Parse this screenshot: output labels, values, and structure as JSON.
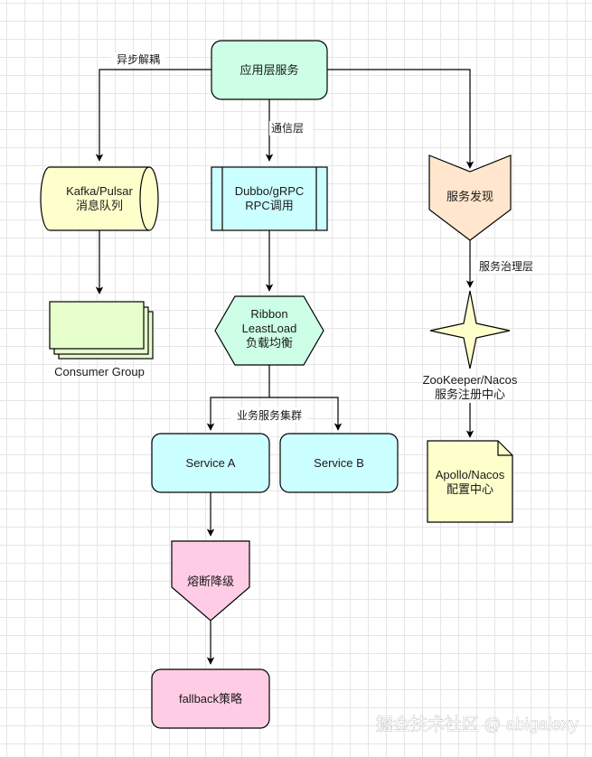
{
  "nodes": {
    "app": {
      "label": "应用层服务",
      "fill": "#ccffe6"
    },
    "kafka": {
      "line1": "Kafka/Pulsar",
      "line2": "消息队列",
      "fill": "#ffffcc"
    },
    "dubbo": {
      "line1": "Dubbo/gRPC",
      "line2": "RPC调用",
      "fill": "#ccffff"
    },
    "discovery": {
      "label": "服务发现",
      "fill": "#ffe6cc"
    },
    "consumer": {
      "label": "Consumer Group",
      "fill": "#e6ffcc"
    },
    "ribbon": {
      "line1": "Ribbon",
      "line2": "LeastLoad",
      "line3": "负载均衡",
      "fill": "#ccffe6"
    },
    "zookeeper": {
      "line1": "ZooKeeper/Nacos",
      "line2": "服务注册中心",
      "fill": "#ffffcc"
    },
    "apollo": {
      "line1": "Apollo/Nacos",
      "line2": "配置中心",
      "fill": "#ffffcc"
    },
    "service_a": {
      "label": "Service A",
      "fill": "#ccffff"
    },
    "service_b": {
      "label": "Service B",
      "fill": "#ccffff"
    },
    "circuit": {
      "label": "熔断降级",
      "fill": "#ffcce6"
    },
    "fallback": {
      "label": "fallback策略",
      "fill": "#ffcce6"
    }
  },
  "edges": {
    "async": "异步解耦",
    "comm": "通信层",
    "governance": "服务治理层",
    "cluster": "业务服务集群"
  },
  "watermark": "掘金技术社区 @ abigalexy"
}
